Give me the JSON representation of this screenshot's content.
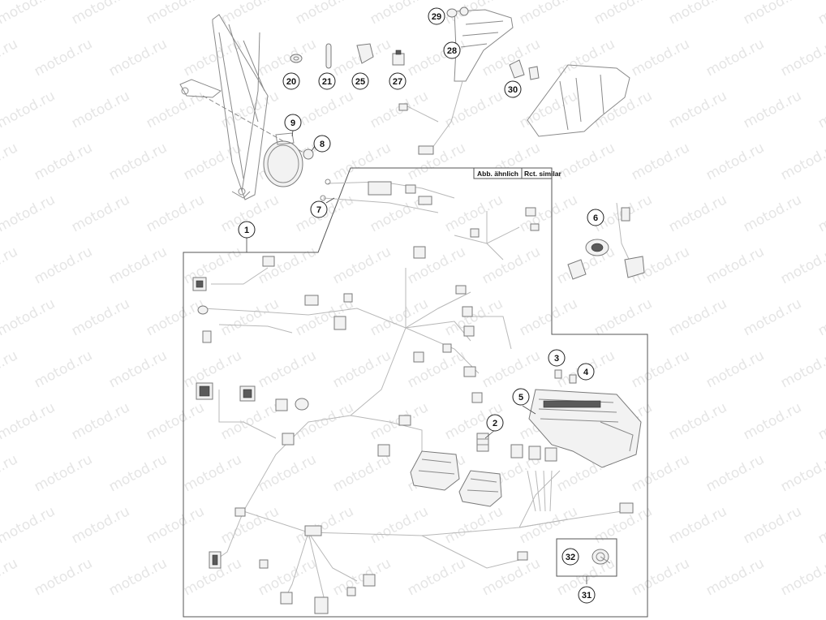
{
  "diagram": {
    "note_de": "Abb. ähnlich",
    "note_en": "Rct. similar",
    "watermark_text": "motod.ru",
    "callouts": [
      {
        "id": "c1",
        "label": "1"
      },
      {
        "id": "c2",
        "label": "2"
      },
      {
        "id": "c3",
        "label": "3"
      },
      {
        "id": "c4",
        "label": "4"
      },
      {
        "id": "c5",
        "label": "5"
      },
      {
        "id": "c6",
        "label": "6"
      },
      {
        "id": "c7",
        "label": "7"
      },
      {
        "id": "c8",
        "label": "8"
      },
      {
        "id": "c9",
        "label": "9"
      },
      {
        "id": "c20",
        "label": "20"
      },
      {
        "id": "c21",
        "label": "21"
      },
      {
        "id": "c25",
        "label": "25"
      },
      {
        "id": "c27",
        "label": "27"
      },
      {
        "id": "c28",
        "label": "28"
      },
      {
        "id": "c29",
        "label": "29"
      },
      {
        "id": "c30",
        "label": "30"
      },
      {
        "id": "c31",
        "label": "31"
      },
      {
        "id": "c32",
        "label": "32"
      }
    ]
  }
}
